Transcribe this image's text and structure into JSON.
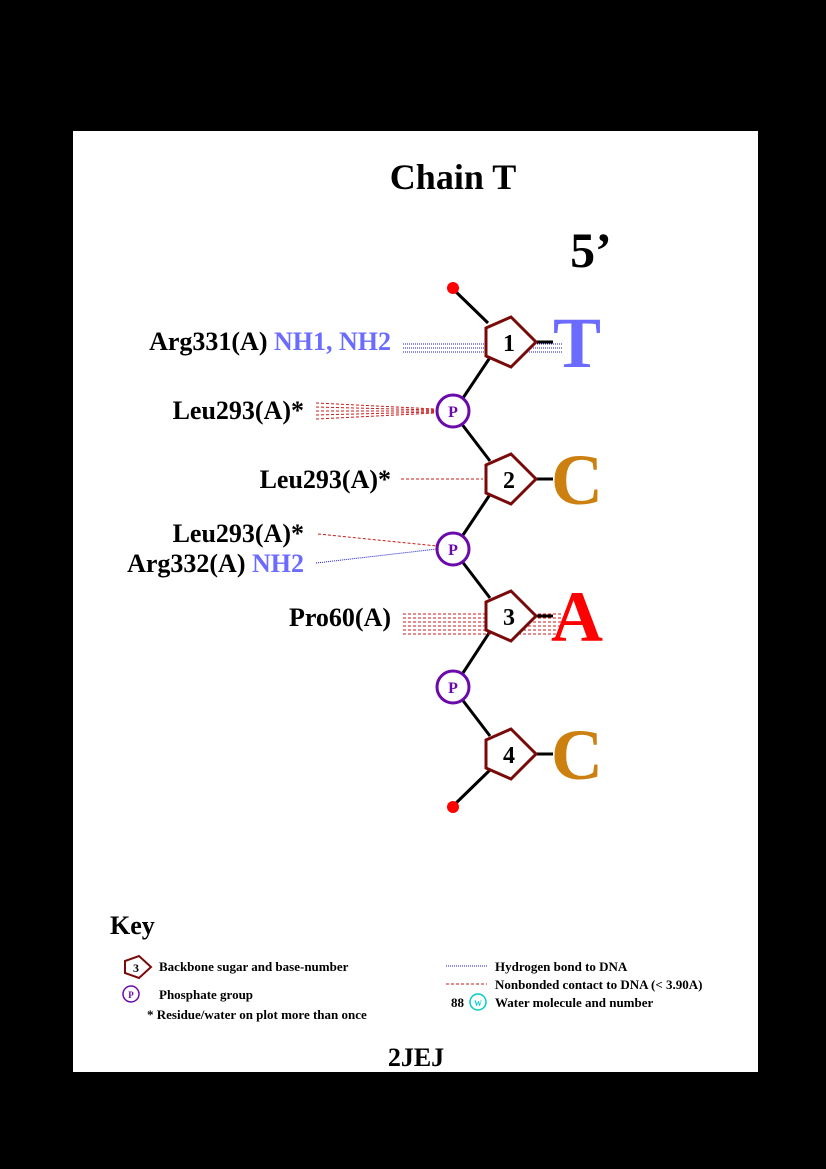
{
  "title": "Chain T",
  "end_label": "5’",
  "nucleotides": [
    {
      "number": "1",
      "base": "T",
      "base_color": "#6b6bff"
    },
    {
      "number": "2",
      "base": "C",
      "base_color": "#cc8010"
    },
    {
      "number": "3",
      "base": "A",
      "base_color": "#ff0000"
    },
    {
      "number": "4",
      "base": "C",
      "base_color": "#cc8010"
    }
  ],
  "phosphate_label": "P",
  "interactions": {
    "arg331": {
      "residue": "Arg331(A)",
      "atoms": "NH1, NH2"
    },
    "leu293_p1": {
      "residue": "Leu293(A)*"
    },
    "leu293_s2": {
      "residue": "Leu293(A)*"
    },
    "leu293_p2": {
      "residue": "Leu293(A)*"
    },
    "arg332": {
      "residue": "Arg332(A)",
      "atoms": "NH2"
    },
    "pro60": {
      "residue": "Pro60(A)"
    }
  },
  "colors": {
    "hbond": "#1a1acc",
    "nonbonded": "#cc1a1a",
    "atom_label": "#6b6bff",
    "sugar": "#7a0a0a",
    "phosphate": "#6a0aaa",
    "terminal_dot": "#ff0000",
    "water": "#00cccc"
  },
  "key": {
    "heading": "Key",
    "sugar_sample_number": "3",
    "sugar_text": "Backbone sugar and base-number",
    "phosphate_sample": "P",
    "phosphate_text": "Phosphate group",
    "asterisk_text": "* Residue/water on plot more than once",
    "hbond_text": "Hydrogen bond to DNA",
    "nonbonded_text": "Nonbonded contact to DNA (< 3.90A)",
    "water_number": "88",
    "water_sample": "W",
    "water_text": "Water molecule and number"
  },
  "pdb_code": "2JEJ"
}
